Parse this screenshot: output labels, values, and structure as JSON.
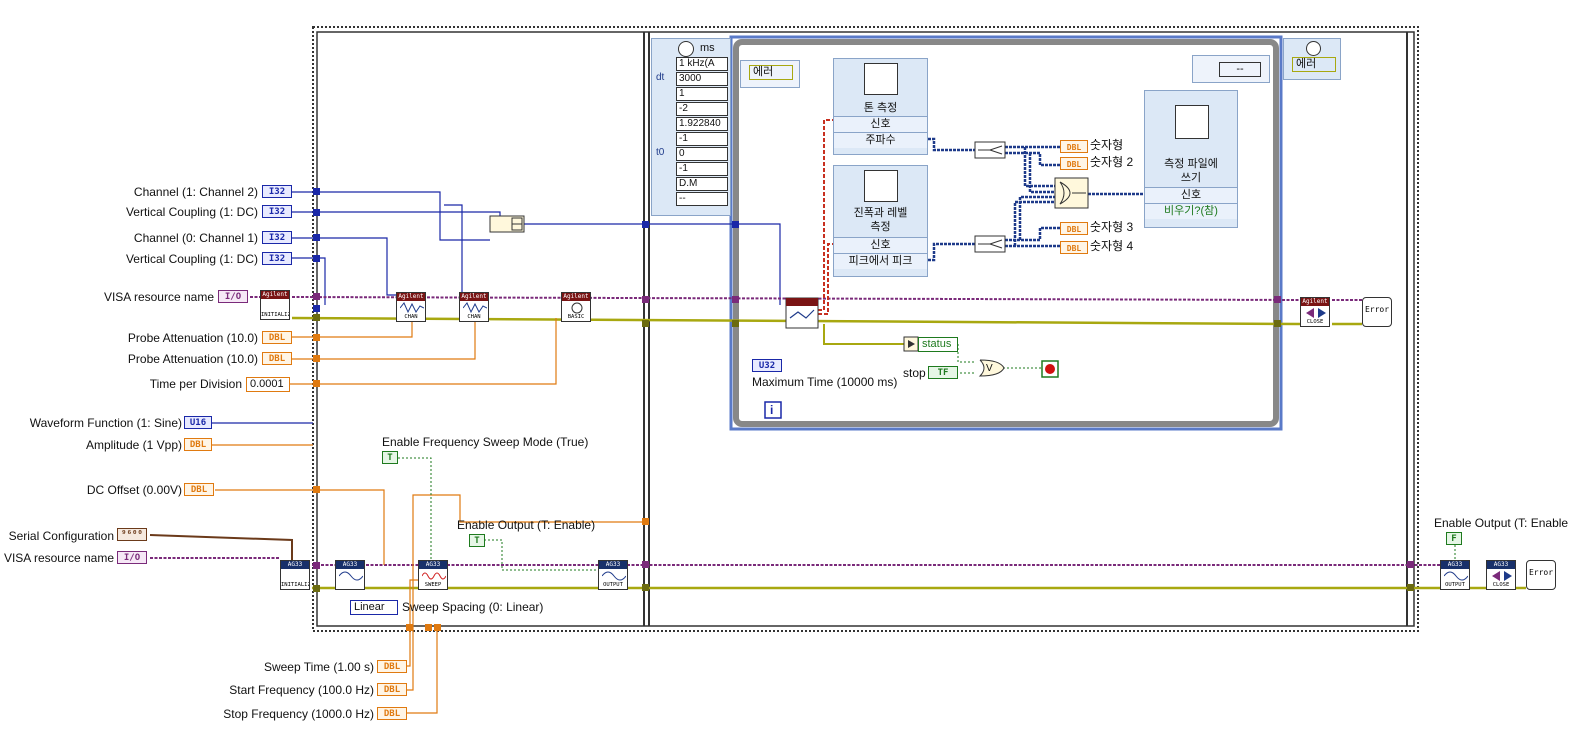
{
  "left_controls": {
    "channel_1": {
      "label": "Channel (1: Channel 2)",
      "type": "I32"
    },
    "vertical_coupling_1": {
      "label": "Vertical Coupling (1: DC)",
      "type": "I32"
    },
    "channel_0": {
      "label": "Channel (0: Channel 1)",
      "type": "I32"
    },
    "vertical_coupling_2": {
      "label": "Vertical Coupling (1: DC)",
      "type": "I32"
    },
    "visa_resource_1": {
      "label": "VISA resource name",
      "type": "I/O"
    },
    "probe_attenuation_1": {
      "label": "Probe Attenuation (10.0)",
      "type": "DBL"
    },
    "probe_attenuation_2": {
      "label": "Probe Attenuation (10.0)",
      "type": "DBL"
    },
    "time_per_division": {
      "label": "Time per Division",
      "value": "0.0001"
    },
    "waveform_function": {
      "label": "Waveform Function (1: Sine)",
      "type": "U16"
    },
    "amplitude": {
      "label": "Amplitude (1 Vpp)",
      "type": "DBL"
    },
    "dc_offset": {
      "label": "DC Offset (0.00V)",
      "type": "DBL"
    },
    "serial_configuration": {
      "label": "Serial Configuration",
      "type": "⁹⁶⁰⁰"
    },
    "visa_resource_2": {
      "label": "VISA resource name",
      "type": "I/O"
    }
  },
  "bottom_controls": {
    "sweep_time": {
      "label": "Sweep Time (1.00 s)",
      "type": "DBL"
    },
    "start_frequency": {
      "label": "Start Frequency (100.0 Hz)",
      "type": "DBL"
    },
    "stop_frequency": {
      "label": "Stop  Frequency (1000.0 Hz)",
      "type": "DBL"
    }
  },
  "sweep": {
    "enable_sweep_label": "Enable Frequency Sweep Mode (True)",
    "enable_sweep_const": "T",
    "enable_output_label": "Enable Output (T: Enable)",
    "enable_output_const": "T",
    "spacing_value": "Linear",
    "spacing_label": "Sweep Spacing (0: Linear)"
  },
  "vi_labels": {
    "initialize": "INITIALIZE",
    "chan": "CHAN",
    "basic": "BASIC",
    "close": "CLOSE",
    "output": "OUTPUT",
    "sweep": "SWEEP",
    "error": "Error"
  },
  "timing": {
    "unit": "ms",
    "rows": [
      "1 kHz(A",
      "3000",
      "1",
      "-2",
      "1.922840",
      "-1",
      "0",
      "-1",
      "D.M",
      "--"
    ],
    "row_labels": [
      "",
      "dt",
      "",
      "",
      "",
      "",
      "t0",
      "",
      "",
      ""
    ]
  },
  "error_case": {
    "left": "에러",
    "right": "에러",
    "top": "--"
  },
  "tone_panel": {
    "title": "톤 측정",
    "signal": "신호",
    "output": "주파수"
  },
  "amp_panel": {
    "title": "진폭과 레벨\n측정",
    "signal": "신호",
    "output": "피크에서 피크"
  },
  "write_panel": {
    "title": "측정 파일에\n쓰기",
    "signal": "신호",
    "output": "비우기?(참)"
  },
  "numeric_labels": [
    "숫자형",
    "숫자형 2",
    "숫자형 3",
    "숫자형 4"
  ],
  "status_label": "status",
  "stop_label": "stop",
  "stop_const": "TF",
  "max_time": {
    "label": "Maximum Time (10000 ms)",
    "type": "U32"
  },
  "iteration": "i",
  "right_enable": {
    "label": "Enable Output (T: Enable",
    "const": "F"
  },
  "or_label": "V",
  "colors": {
    "int_wire": "#1a28a8",
    "dbl_wire": "#e07a10",
    "visa_wire": "#7a2a7a",
    "error_wire": "#a8a810",
    "dyn_wire": "#1e3a8a",
    "bool_wire": "#1e7a1e",
    "loop_frame": "#888888"
  }
}
